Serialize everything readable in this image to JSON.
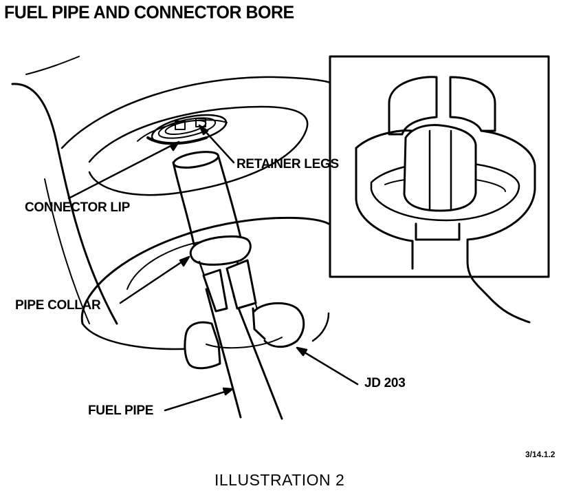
{
  "title": "FUEL PIPE AND CONNECTOR BORE",
  "labels": {
    "retainer_legs": "RETAINER LEGS",
    "connector_lip": "CONNECTOR LIP",
    "pipe_collar": "PIPE COLLAR",
    "jd_203": "JD 203",
    "fuel_pipe": "FUEL PIPE"
  },
  "reference": "3/14.1.2",
  "caption": "ILLUSTRATION 2",
  "colors": {
    "ink": "#000000",
    "paper": "#ffffff"
  }
}
